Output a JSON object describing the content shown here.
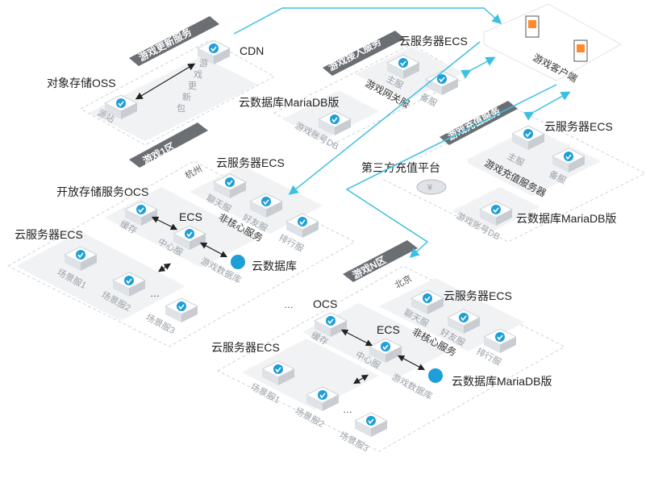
{
  "zones": {
    "update": "游戏更新服务",
    "access": "游戏接入服务",
    "recharge": "游戏充值服务",
    "zone1": "游戏1区",
    "zoneN": "游戏N区",
    "client": "游戏客户端"
  },
  "labels": {
    "cdn": "CDN",
    "oss": "对象存储OSS",
    "source": "源站",
    "update_pkg": [
      "游",
      "戏",
      "更",
      "新",
      "包"
    ],
    "ecs_access": "云服务器ECS",
    "main": "主服",
    "backup": "备服",
    "gateway": "游戏网关服",
    "rds_access": "云数据库MariaDB版",
    "account_db": "游戏账号DB",
    "third_party": "第三方充值平台",
    "ecs_recharge": "云服务器ECS",
    "recharge_main": "主服",
    "recharge_backup": "备服",
    "recharge_server": "游戏充值服务器",
    "rds_recharge": "云数据库MariaDB版",
    "recharge_account_db": "游戏账号DB",
    "hangzhou": "杭州",
    "ecs_z1_top": "云服务器ECS",
    "chat": "聊天服",
    "friend": "好友服",
    "rank": "排行服",
    "noncore": "非核心服务",
    "ocs_z1": "开放存储服务OCS",
    "cache": "缓存",
    "ecs_z1": "ECS",
    "center": "中心服",
    "cloud_db": "云数据库",
    "game_db": "游戏数据库",
    "ecs_z1_scene": "云服务器ECS",
    "scene1": "场景服1",
    "scene2": "场景服2",
    "scene3": "场景服3",
    "dots": "…",
    "beijing": "北京",
    "ecs_zn_top": "云服务器ECS",
    "ocs_zn": "OCS",
    "ecs_zn": "ECS",
    "rds_zn": "云数据库MariaDB版",
    "ecs_zn_scene": "云服务器ECS"
  },
  "colors": {
    "panel": "#f1f2f4",
    "panel_stroke": "#d9dce0",
    "tab": "#6b6e73",
    "accent": "#1e9fd8",
    "line": "#3cc0e0"
  }
}
